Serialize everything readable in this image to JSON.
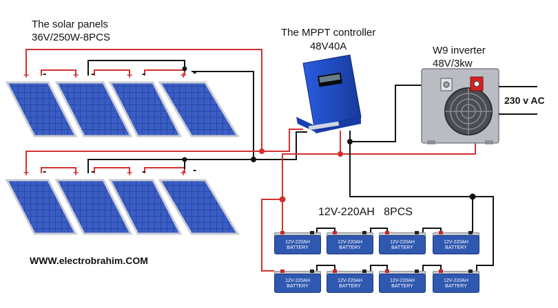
{
  "panels": {
    "title": "The solar panels",
    "spec": "36V/250W-8PCS",
    "plus_symbol": "+",
    "minus_symbol": "-"
  },
  "controller": {
    "title": "The MPPT controller",
    "spec": "48V40A"
  },
  "inverter": {
    "title": "W9 inverter",
    "spec": "48V/3kw",
    "output_label": "230 v AC"
  },
  "battery_bank": {
    "spec": "12V-220AH   8PCS",
    "battery_label_line1": "12V-220AH",
    "battery_label_line2": "BATTERY"
  },
  "website": "WWW.electrobrahim.COM",
  "colors": {
    "positive_wire": "#d32f2f",
    "negative_wire": "#111111",
    "panel_cell": "#2846a8",
    "controller_body": "#1f49c8",
    "inverter_body": "#b9bcc2",
    "battery_body": "#2f58b0"
  }
}
